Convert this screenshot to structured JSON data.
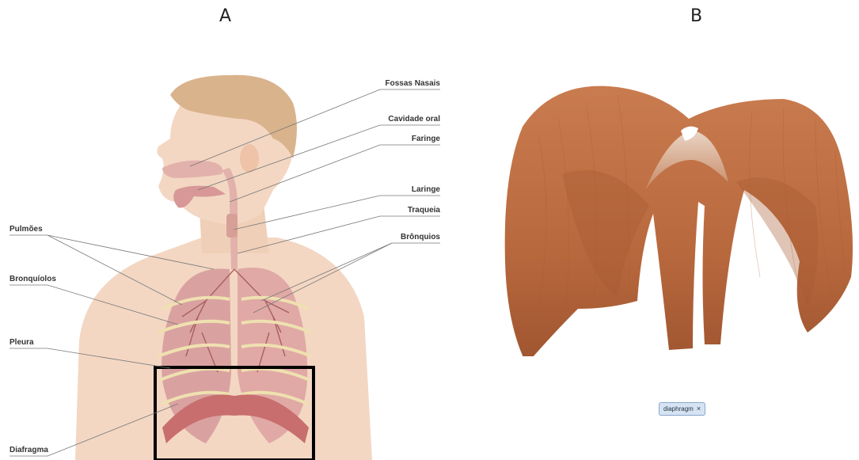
{
  "panels": {
    "a": "A",
    "b": "B"
  },
  "labels_right": {
    "fossas_nasais": "Fossas Nasais",
    "cavidade_oral": "Cavidade oral",
    "faringe": "Faringe",
    "laringe": "Laringe",
    "traqueia": "Traqueia",
    "bronquios": "Brônquios"
  },
  "labels_left": {
    "pulmoes": "Pulmões",
    "bronquiolos": "Bronquíolos",
    "pleura": "Pleura",
    "diafragma": "Diafragma"
  },
  "tag": {
    "text": "diaphragm",
    "close": "×"
  },
  "colors": {
    "skin": "#f3d7c3",
    "hair": "#d9b38c",
    "lung": "#d9a2a0",
    "airway": "#e2b1ab",
    "muscle": "#b8683d",
    "highlight_box": "#000000",
    "tag_bg": "#d6e3f3"
  }
}
